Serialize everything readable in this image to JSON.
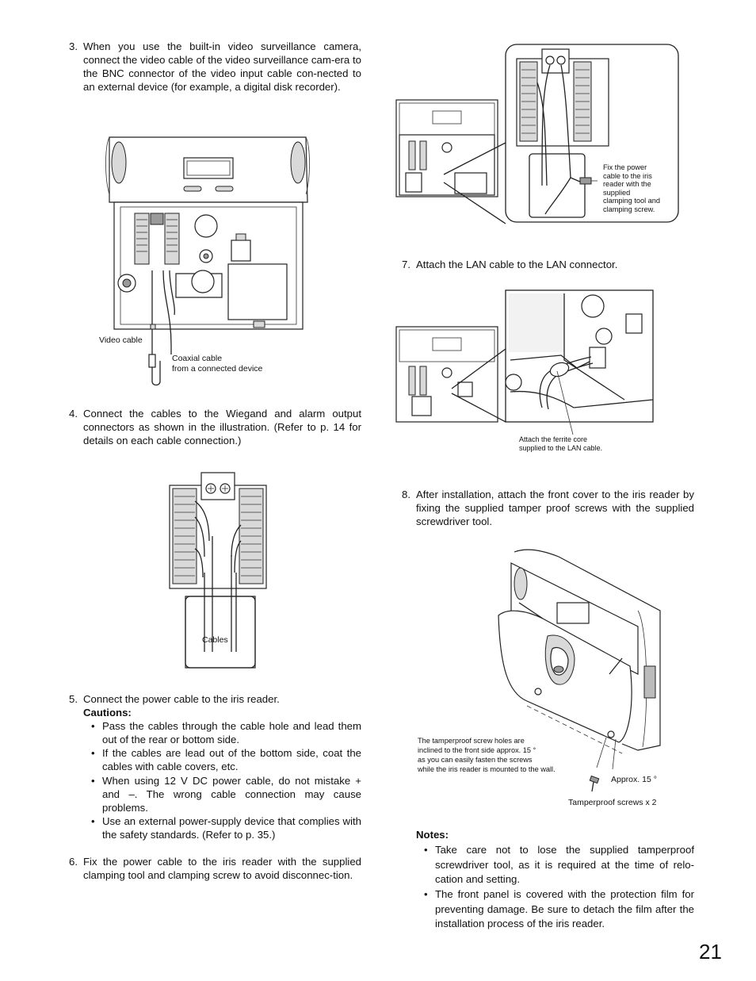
{
  "steps": {
    "s3": {
      "num": "3.",
      "text": "When you use the built-in video surveillance camera, connect the video cable of the video surveillance cam-era to the BNC connector of the video input cable con-nected to an external device (for example, a digital disk recorder)."
    },
    "s4": {
      "num": "4.",
      "text": "Connect the cables to the Wiegand and alarm output connectors as shown in the illustration. (Refer to p. 14 for details on each cable connection.)"
    },
    "s5": {
      "num": "5.",
      "text": "Connect the power cable to the iris reader.",
      "cautions_title": "Cautions:",
      "cautions": [
        "Pass the cables through the cable hole and lead them out of the rear or bottom side.",
        "If the cables are lead out of the bottom side, coat the cables with cable covers, etc.",
        "When using 12 V DC power cable, do not mistake + and –. The wrong cable connection may cause problems.",
        "Use an external power-supply device that complies with the safety standards. (Refer to p. 35.)"
      ]
    },
    "s6": {
      "num": "6.",
      "text": "Fix the power cable to the iris reader with the supplied clamping tool and clamping screw to avoid disconnec-tion."
    },
    "s7": {
      "num": "7.",
      "text": "Attach the LAN cable to the LAN connector."
    },
    "s8": {
      "num": "8.",
      "text": "After installation, attach the front cover to the iris reader by fixing the supplied tamper proof screws with the supplied screwdriver tool."
    }
  },
  "figure_labels": {
    "video_cable": "Video cable",
    "coaxial_cable": "Coaxial cable\nfrom a connected device",
    "cables": "Cables",
    "fix_power": "Fix the power\ncable to the iris\nreader with the\nsupplied\nclamping tool and\nclamping screw.",
    "ferrite": "Attach the ferrite core\nsupplied to the LAN cable.",
    "tamper_holes": "The tamperproof screw holes are\ninclined to the front side approx. 15 °\nas you can easily fasten the screws\nwhile the iris reader is mounted to the wall.",
    "approx": "Approx. 15 °",
    "tamper_screws": "Tamperproof screws x 2"
  },
  "notes": {
    "title": "Notes:",
    "items": [
      "Take care not to lose the supplied tamperproof screwdriver tool, as it is required at the time of relo-cation and setting.",
      "The front panel is covered with the protection film for preventing damage. Be sure to detach the film after the installation process of the iris reader."
    ]
  },
  "page_number": "21",
  "bullet_char": "•"
}
